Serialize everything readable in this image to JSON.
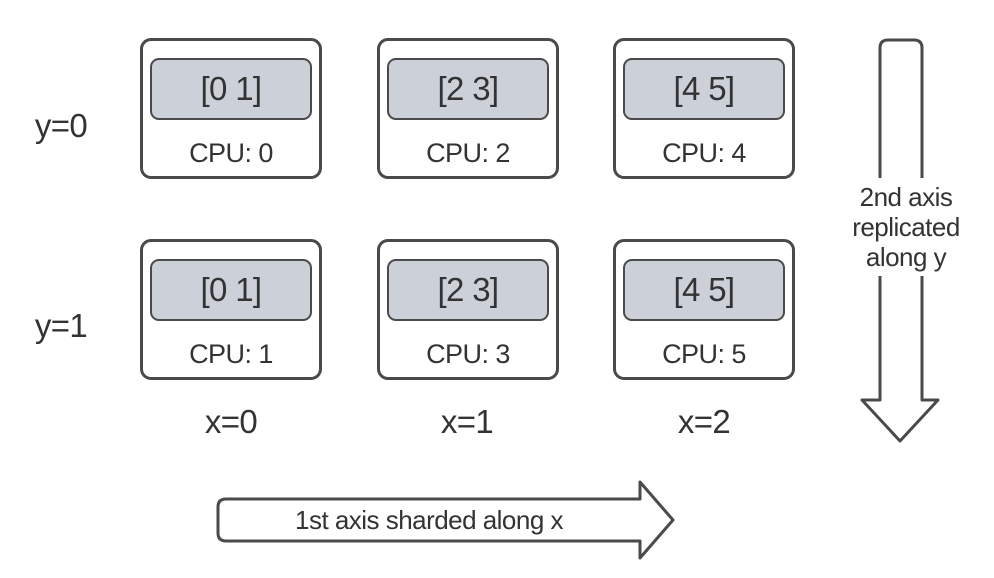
{
  "colors": {
    "stroke": "#4a4a4a",
    "shard_fill": "#ccd1d9",
    "text": "#333333",
    "background": "#ffffff"
  },
  "grid": {
    "row_labels": [
      "y=0",
      "y=1"
    ],
    "col_labels": [
      "x=0",
      "x=1",
      "x=2"
    ],
    "devices": [
      {
        "shard": "[0 1]",
        "cpu": "CPU: 0"
      },
      {
        "shard": "[2 3]",
        "cpu": "CPU: 2"
      },
      {
        "shard": "[4 5]",
        "cpu": "CPU: 4"
      },
      {
        "shard": "[0 1]",
        "cpu": "CPU: 1"
      },
      {
        "shard": "[2 3]",
        "cpu": "CPU: 3"
      },
      {
        "shard": "[4 5]",
        "cpu": "CPU: 5"
      }
    ]
  },
  "annotations": {
    "x_arrow_label": "1st axis sharded along x",
    "y_arrow_lines": [
      "2nd axis",
      "replicated",
      "along y"
    ]
  }
}
